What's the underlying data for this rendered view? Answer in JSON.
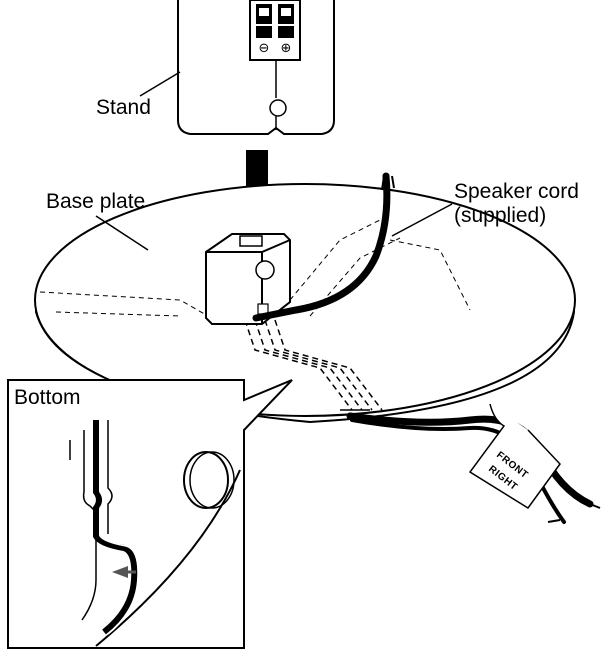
{
  "labels": {
    "stand": "Stand",
    "base_plate": "Base plate",
    "speaker_cord_line1": "Speaker cord",
    "speaker_cord_line2": "(supplied)",
    "bottom": "Bottom"
  },
  "cord_tag": {
    "line1": "FRONT",
    "line2": "RIGHT"
  },
  "terminal_marks": {
    "minus": "⊖",
    "plus": "⊕"
  }
}
